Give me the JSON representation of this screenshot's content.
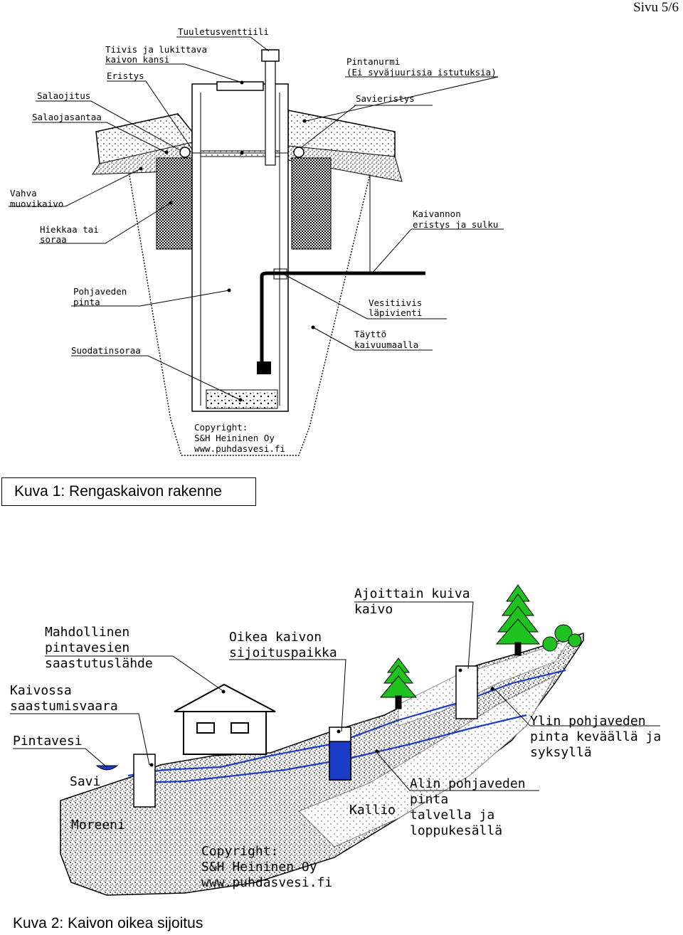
{
  "page": {
    "number": "Sivu 5/6"
  },
  "figure1": {
    "caption": "Kuva 1: Rengaskaivon rakenne",
    "labels": {
      "tuuletus": "Tuuletusventtiili",
      "kansi1": "Tiivis ja lukittava",
      "kansi2": "kaivon kansi",
      "eristys": "Eristys",
      "pintanurmi1": "Pintanurmi",
      "pintanurmi2": "(Ei syväjuurisia istutuksia)",
      "salaojitus": "Salaojitus",
      "savieristys": "Savieristys",
      "salaojasantaa": "Salaojasantaa",
      "vahva1": "Vahva",
      "vahva2": "muovikaivo",
      "hiekkaa1": "Hiekkaa tai",
      "hiekkaa2": "soraa",
      "kaivannon1": "Kaivannon",
      "kaivannon2": "eristys ja sulku",
      "pohjavesi1": "Pohjaveden",
      "pohjavesi2": "pinta",
      "vesitiivis1": "Vesitiivis",
      "vesitiivis2": "läpivienti",
      "taytto1": "Täyttö",
      "taytto2": "kaivuumaalla",
      "suodatin": "Suodatinsoraa",
      "copy1": "Copyright:",
      "copy2": "S&H Heininen Oy",
      "copy3": "www.puhdasvesi.fi"
    }
  },
  "figure2": {
    "caption": "Kuva 2: Kaivon oikea sijoitus",
    "labels": {
      "ajoittain1": "Ajoittain kuiva",
      "ajoittain2": "kaivo",
      "mahdollinen1": "Mahdollinen",
      "mahdollinen2": "pintavesien",
      "mahdollinen3": "saastutuslähde",
      "oikea1": "Oikea kaivon",
      "oikea2": "sijoituspaikka",
      "kaivossa1": "Kaivossa",
      "kaivossa2": "saastumisvaara",
      "pintavesi": "Pintavesi",
      "ylin1": "Ylin pohjaveden",
      "ylin2": "pinta keväällä ja",
      "ylin3": "syksyllä",
      "savi": "Savi",
      "alin1": "Alin pohjaveden",
      "alin2": "pinta",
      "alin3": "talvella ja",
      "alin4": "loppukesällä",
      "kallio": "Kallio",
      "moreeni": "Moreeni",
      "copy1": "Copyright:",
      "copy2": "S&H Heininen Oy",
      "copy3": "www.puhdasvesi.fi"
    }
  }
}
